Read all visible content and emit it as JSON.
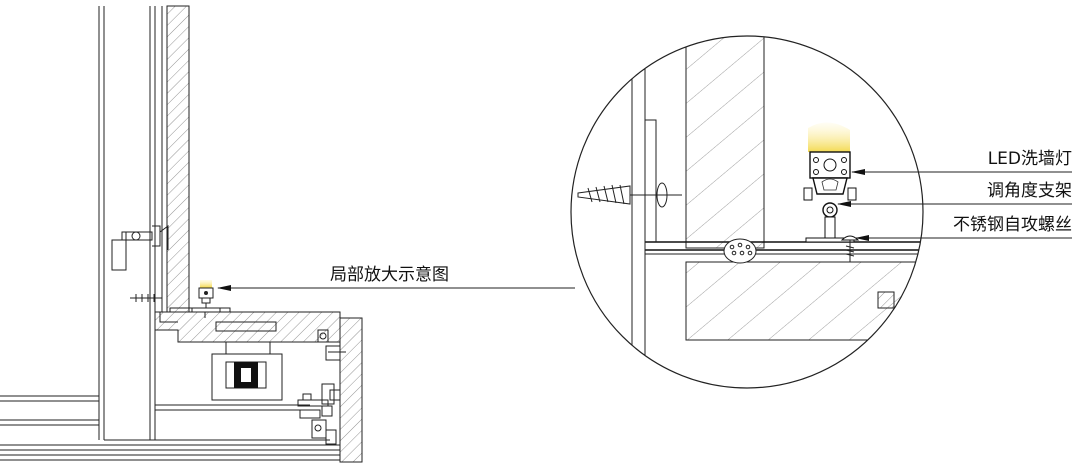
{
  "labels": {
    "detail_callout": "局部放大示意图",
    "led_wall_washer": "LED洗墙灯",
    "adjustable_bracket": "调角度支架",
    "stainless_screw": "不锈钢自攻螺丝"
  },
  "colors": {
    "line": "#222222",
    "hatch": "#555555",
    "light_glow": "#f6e27a",
    "light_glow_core": "#f2d640",
    "background": "#ffffff"
  }
}
